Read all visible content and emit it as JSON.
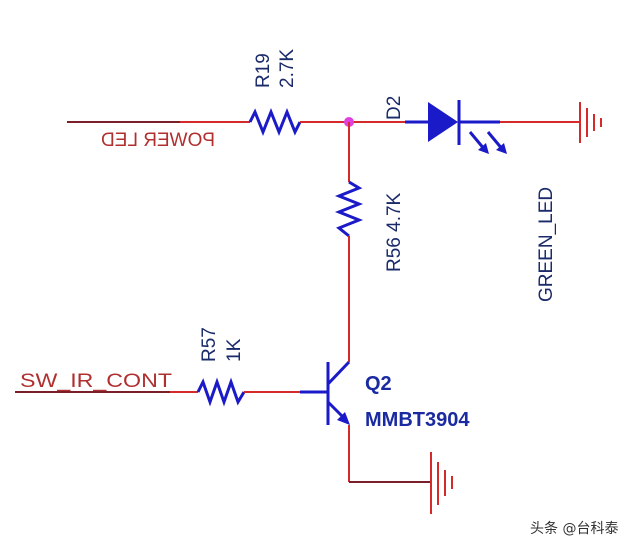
{
  "nets": {
    "power_led": "POWER LED",
    "sw_ir_cont": "SW_IR_CONT",
    "green_led": "GREEN_LED"
  },
  "components": {
    "r19": {
      "ref": "R19",
      "value": "2.7K"
    },
    "r56": {
      "ref": "R56",
      "value": "4.7K",
      "label": "R56 4.7K"
    },
    "r57": {
      "ref": "R57",
      "value": "1K"
    },
    "d2": {
      "ref": "D2"
    },
    "q2": {
      "ref": "Q2",
      "part": "MMBT3904"
    }
  },
  "watermark": "头条 @台科泰",
  "colors": {
    "wire": "#d42a2a",
    "component": "#1a1ac8",
    "junction": "#e040e0"
  }
}
